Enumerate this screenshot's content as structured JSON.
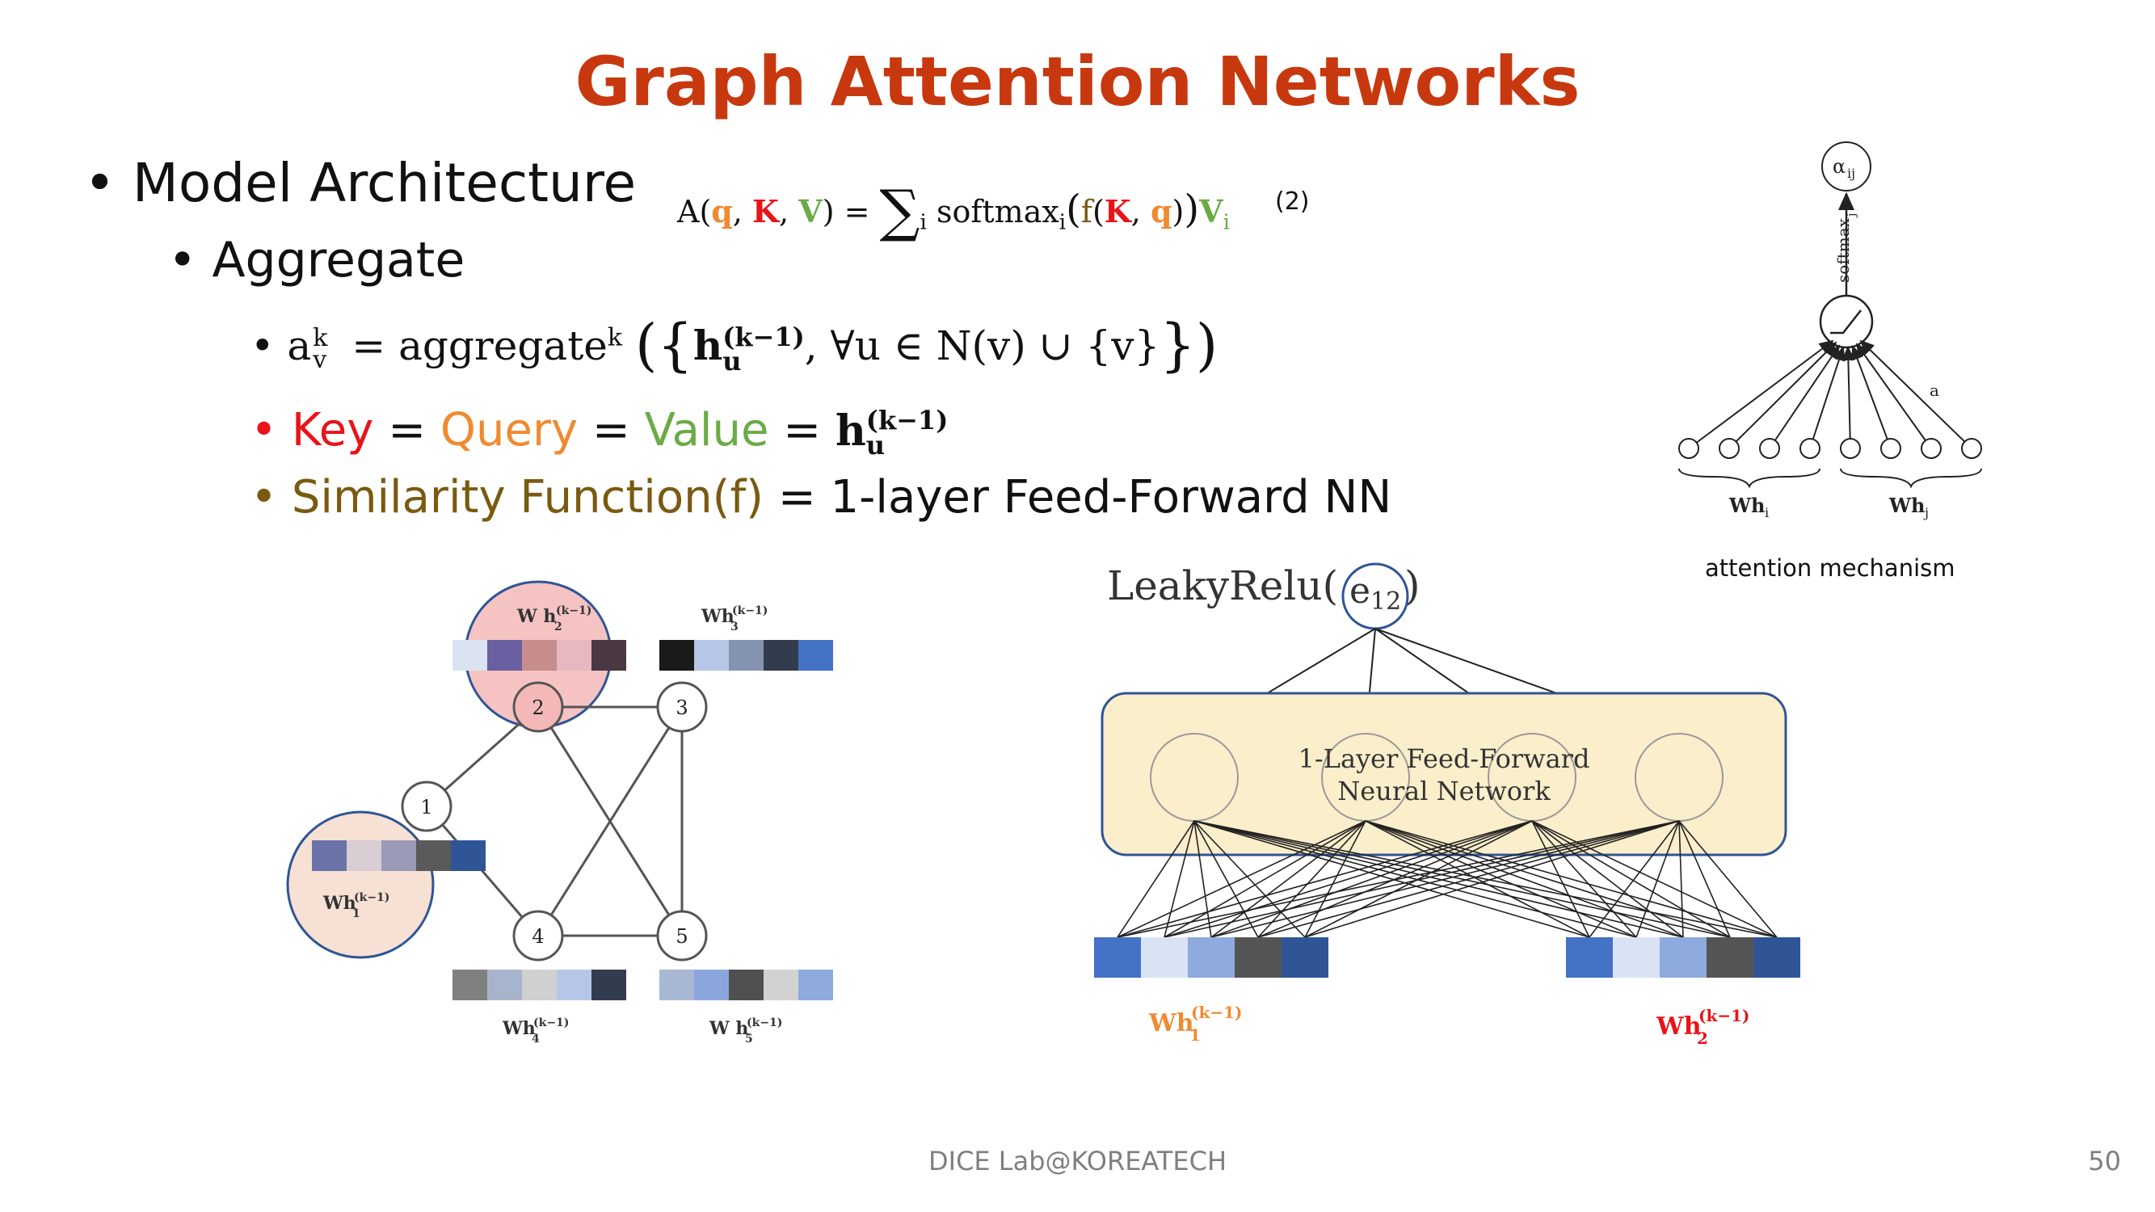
{
  "title": "Graph Attention Networks",
  "bullets": {
    "model_architecture": "Model Architecture",
    "aggregate": "Aggregate",
    "aggregate_formula_prefix": "a",
    "aggregate_formula_sup": "k",
    "aggregate_formula_sub": "v",
    "aggregate_formula_mid": "= aggregate",
    "aggregate_formula_set": "h",
    "aggregate_formula_set_sup": "(k−1)",
    "aggregate_formula_set_sub": "u",
    "aggregate_formula_tail": ", ∀u ∈ N(v) ∪ {v}",
    "key": "Key",
    "query": "Query",
    "value": "Value",
    "equals": "=",
    "h_sup": "(k−1)",
    "h_sub": "u",
    "similarity": "Similarity Function(f)",
    "similarity_tail": "= 1-layer Feed-Forward NN"
  },
  "equation": {
    "lhs": "A(",
    "q": "q",
    "K": "K",
    "V": "V",
    "sum_label": "softmax",
    "sum_sub": "i",
    "f": "f",
    "Vi": "V",
    "Vi_sub": "i",
    "number": "(2)"
  },
  "attention_diagram": {
    "caption": "attention mechanism",
    "alpha_label": "α",
    "alpha_sub": "ij",
    "softmax_label": "softmax",
    "softmax_sub": "j",
    "a_label": "a",
    "whi_label": "Wh",
    "whi_sub": "i",
    "whj_label": "Wh",
    "whj_sub": "j"
  },
  "graph": {
    "nodes": [
      "1",
      "2",
      "3",
      "4",
      "5"
    ],
    "labels": {
      "wh1": "Wh",
      "wh1_sub": "1",
      "wh1_sup": "(k−1)",
      "wh2": "W h",
      "wh2_sub": "2",
      "wh2_sup": "(k−1)",
      "wh3": "Wh",
      "wh3_sub": "3",
      "wh3_sup": "(k−1)",
      "wh4": "Wh",
      "wh4_sub": "4",
      "wh4_sup": "(k−1)",
      "wh5": "W h",
      "wh5_sub": "5",
      "wh5_sup": "(k−1)"
    },
    "colors": {
      "node2_highlight": "#f4b8b8",
      "node1_highlight": "#f6dccd"
    }
  },
  "ffnn": {
    "leaky_prefix": "LeakyRelu(",
    "leaky_e": "e",
    "leaky_sub": "12",
    "leaky_suffix": ")",
    "box_line1": "1-Layer Feed-Forward",
    "box_line2": "Neural Network",
    "left_label": "Wh",
    "left_sub": "1",
    "left_sup": "(k−1)",
    "right_label": "Wh",
    "right_sub": "2",
    "right_sup": "(k−1)",
    "box_color": "#fbeecb",
    "box_border": "#2f5597"
  },
  "footer": "DICE  Lab@KOREATECH",
  "page_number": "50"
}
